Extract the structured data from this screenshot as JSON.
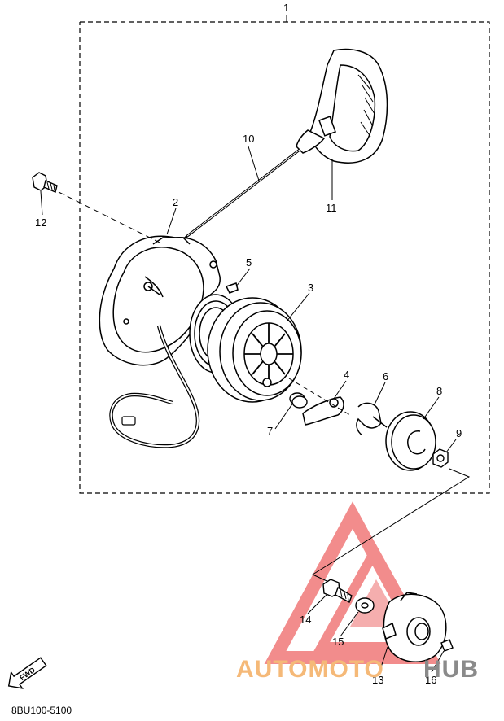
{
  "callouts": {
    "n1": "1",
    "n2": "2",
    "n3": "3",
    "n4": "4",
    "n5": "5",
    "n6": "6",
    "n7": "7",
    "n8": "8",
    "n9": "9",
    "n10": "10",
    "n11": "11",
    "n12": "12",
    "n13": "13",
    "n14": "14",
    "n15": "15",
    "n16": "16"
  },
  "fwd_label": "FWD",
  "diagram_code": "8BU100-5100",
  "watermark": {
    "part1": "AUTOMOTO",
    "part2": "HUB"
  },
  "colors": {
    "line": "#000000",
    "watermark_red": "#f07878",
    "watermark_orange": "#f5b978",
    "watermark_gray": "#8a8a8a"
  }
}
